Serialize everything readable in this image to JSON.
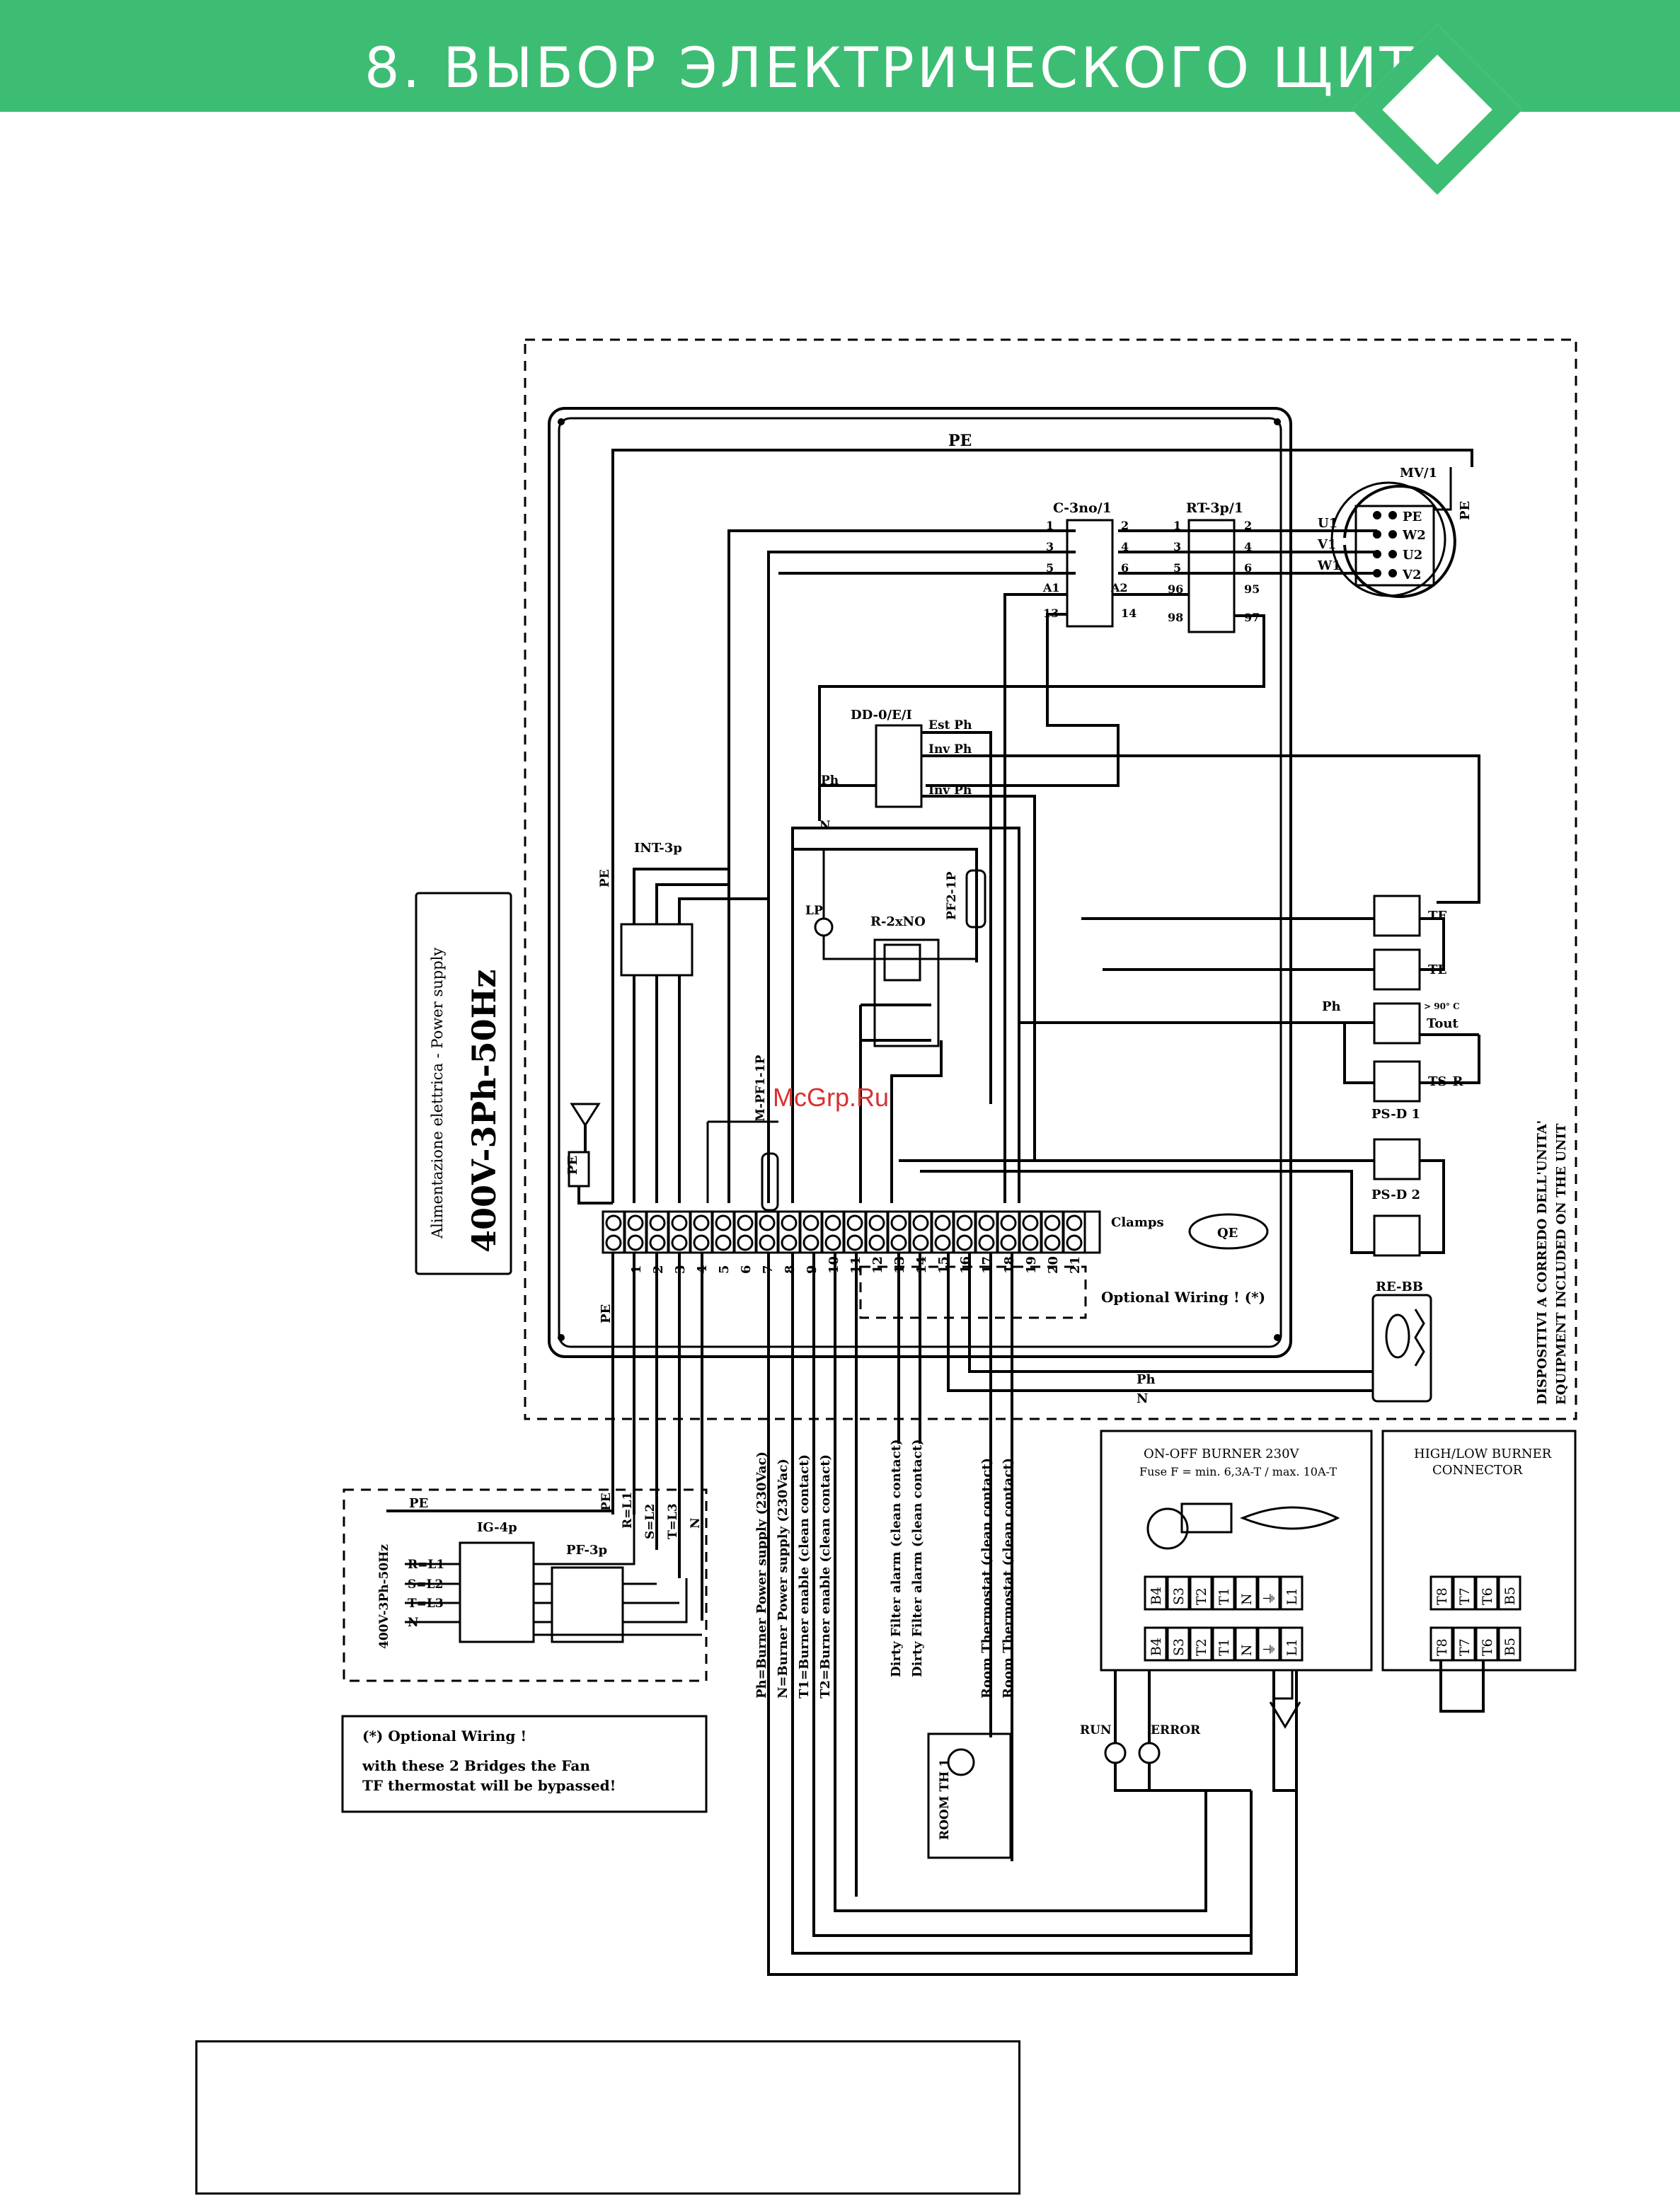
{
  "header": {
    "title": "8. ВЫБОР ЭЛЕКТРИЧЕСКОГО ЩИТА"
  },
  "watermark": "McGrp.Ru",
  "labels": {
    "pe_top": "PE",
    "mv": "MV/1",
    "pe_motor": "PE",
    "motor_terms": [
      "PE",
      "W2",
      "U2",
      "V2"
    ],
    "motor_phases": [
      "U1",
      "V1",
      "W1"
    ],
    "contactor": "C-3no/1",
    "contactor_pins": [
      "1",
      "2",
      "3",
      "4",
      "5",
      "6",
      "A1",
      "A2",
      "13",
      "14"
    ],
    "relay_th": "RT-3p/1",
    "relay_th_pins": [
      "1",
      "2",
      "3",
      "4",
      "5",
      "6",
      "96",
      "95",
      "98",
      "97"
    ],
    "dd": "DD-0/E/I",
    "dd_est": "Est Ph",
    "dd_inv1": "Inv Ph",
    "dd_inv2": "Inv Ph",
    "ph_left": "Ph",
    "n": "N",
    "int": "INT-3p",
    "pe_left": "PE",
    "lp": "LP",
    "r2": "R-2xNO",
    "pf2": "PF2-1P",
    "mpf1": "M-PF1-1P",
    "tf": "TF",
    "tl": "TL",
    "ph_right": "Ph",
    "tout": "Tout",
    "tout_deg": "> 90° C",
    "tsr": "TS-R",
    "psd1": "PS-D 1",
    "psd2": "PS-D 2",
    "clamps": "Clamps",
    "qe": "QE",
    "optional": "Optional Wiring ! (*)",
    "rebb": "RE-BB",
    "ph_bottom": "Ph",
    "n_bottom": "N",
    "equip_it": "DISPOSITIVI A CORREDO DELL'UNITA'",
    "equip_en": "EQUIPMENT INCLUDED ON THE UNIT",
    "clamp_numbers": [
      "1",
      "2",
      "3",
      "4",
      "5",
      "6",
      "7",
      "8",
      "9",
      "10",
      "11",
      "12",
      "13",
      "14",
      "15",
      "16",
      "17",
      "18",
      "19",
      "20",
      "21"
    ],
    "supply_it": "Alimentazione elettrica - Power supply",
    "supply_main": "400V-3Ph-50Hz",
    "pe_conn": "PE",
    "wire_labels": [
      "R=L1",
      "S=L2",
      "T=L3",
      "N"
    ],
    "ig": "IG-4p",
    "pf3": "PF-3p",
    "supply_small": "400V-3Ph-50Hz",
    "pe_supply": "PE",
    "supply_left": [
      "R=L1",
      "S=L2",
      "T=L3",
      "N"
    ],
    "terminal_desc": [
      "Ph=Burner Power supply (230Vac)",
      "N=Burner Power supply (230Vac)",
      "T1=Burner enable (clean contact)",
      "T2=Burner enable (clean contact)",
      "Dirty Filter alarm (clean contact)",
      "Dirty Filter alarm (clean contact)",
      "Room Thermostat (clean contact)",
      "Room Thermostat (clean contact)"
    ],
    "opt_title": "(*) Optional Wiring !",
    "opt_line1": "with these 2 Bridges the Fan",
    "opt_line2": "TF thermostat will be bypassed!",
    "room_th": "ROOM TH 1",
    "burner_title": "ON-OFF BURNER 230V",
    "burner_fuse": "Fuse F = min. 6,3A-T / max. 10A-T",
    "burner_terms": [
      "B4",
      "S3",
      "T2",
      "T1",
      "N",
      "⏚",
      "L1"
    ],
    "run": "RUN",
    "error": "ERROR",
    "hl_title_1": "HIGH/LOW BURNER",
    "hl_title_2": "CONNECTOR",
    "hl_terms": [
      "T8",
      "T7",
      "T6",
      "B5"
    ]
  }
}
